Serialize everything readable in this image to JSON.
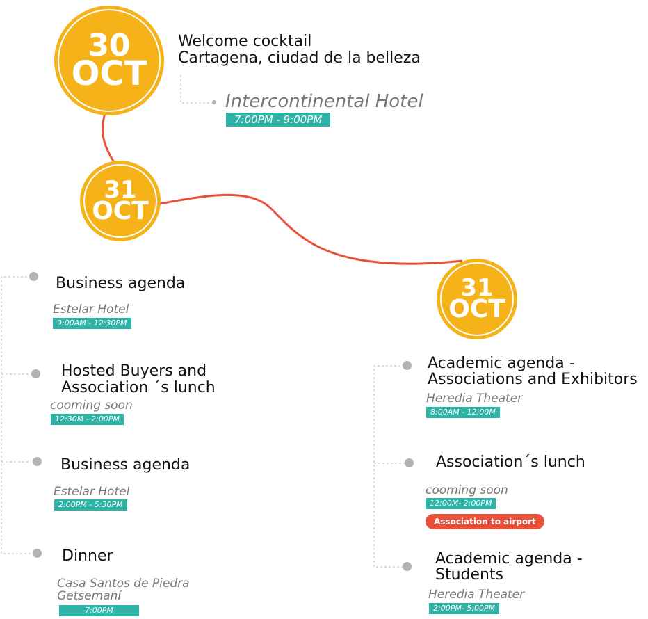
{
  "dates": [
    {
      "day": "30",
      "month": "OCT"
    },
    {
      "day": "31",
      "month": "OCT"
    },
    {
      "day": "31",
      "month": "OCT"
    }
  ],
  "welcome": {
    "title_1": "Welcome cocktail",
    "title_2": "Cartagena, ciudad de la belleza",
    "venue": "Intercontinental Hotel",
    "time": "7:00PM - 9:00PM"
  },
  "left_events": [
    {
      "title": "Business agenda",
      "venue": "Estelar Hotel",
      "time": "9:00AM - 12:30PM"
    },
    {
      "title_1": "Hosted Buyers and",
      "title_2": "Association ´s lunch",
      "venue": "cooming soon",
      "time": "12:30M - 2:00PM"
    },
    {
      "title": "Business agenda",
      "venue": "Estelar Hotel",
      "time": "2:00PM - 5:30PM"
    },
    {
      "title": "Dinner",
      "venue_1": "Casa Santos de Piedra",
      "venue_2": "Getsemaní",
      "time": "7:00PM"
    }
  ],
  "right_events": [
    {
      "title_1": "Academic agenda -",
      "title_2": "Associations and Exhibitors",
      "venue": "Heredia Theater",
      "time": "8:00AM - 12:00M"
    },
    {
      "title": "Association´s lunch",
      "venue": "cooming soon",
      "time": "12:00M- 2:00PM",
      "badge": "Association to airport"
    },
    {
      "title_1": "Academic agenda -",
      "title_2": "Students",
      "venue": "Heredia Theater",
      "time": "2:00PM- 5:00PM"
    }
  ],
  "colors": {
    "accent": "#f6b219",
    "line": "#e8503a",
    "time": "#2fb3a6"
  }
}
